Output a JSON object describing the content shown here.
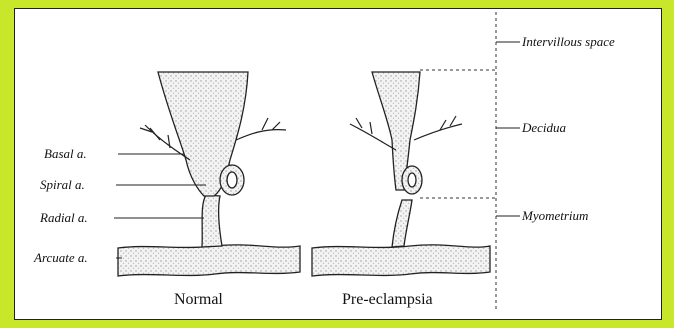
{
  "labels": {
    "basal": "Basal a.",
    "spiral": "Spiral a.",
    "radial": "Radial a.",
    "arcuate": "Arcuate a.",
    "intervillous": "Intervillous space",
    "decidua": "Decidua",
    "myometrium": "Myometrium"
  },
  "captions": {
    "normal": "Normal",
    "preeclampsia": "Pre-eclampsia"
  },
  "colors": {
    "background": "#c8e62a",
    "panel": "#ffffff",
    "ink": "#222222",
    "stipple": "#b8b8b8"
  }
}
